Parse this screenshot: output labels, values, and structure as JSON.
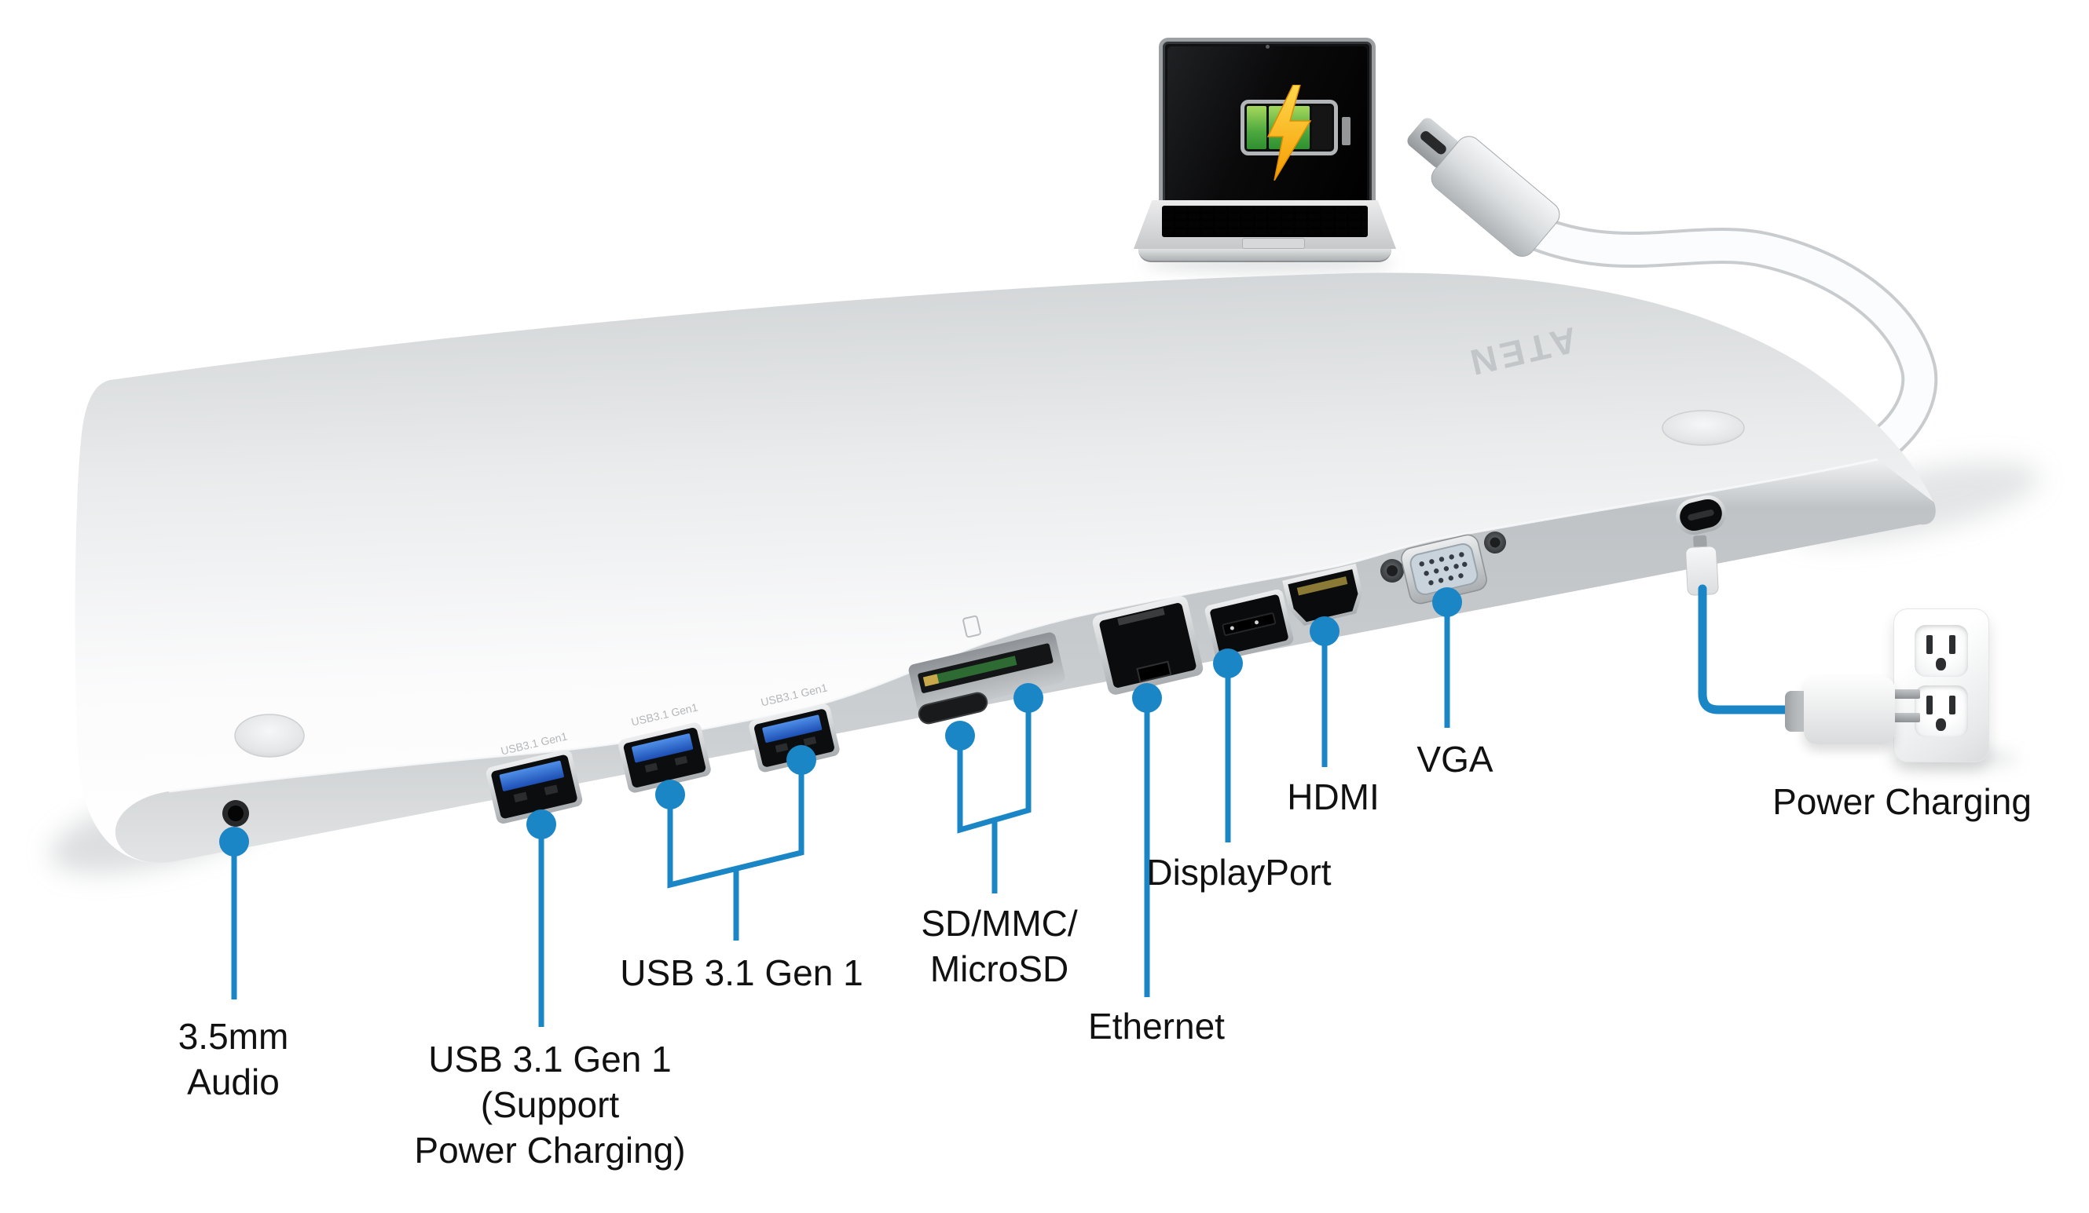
{
  "diagram": {
    "type": "product-callout-diagram",
    "background": "#ffffff",
    "accent_color": "#1b86c6",
    "device": {
      "brand": "ATEN",
      "engraved_port_text": "USB3.1 Gen1"
    },
    "labels": {
      "audio_line1": "3.5mm",
      "audio_line2": "Audio",
      "usb_pd_line1": "USB 3.1 Gen 1",
      "usb_pd_line2": "(Support",
      "usb_pd_line3": "Power Charging)",
      "usb_pair": "USB 3.1 Gen 1",
      "card_line1": "SD/MMC/",
      "card_line2": "MicroSD",
      "ethernet": "Ethernet",
      "displayport": "DisplayPort",
      "hdmi": "HDMI",
      "vga": "VGA",
      "power": "Power Charging"
    },
    "ports": [
      "3.5mm-audio-jack",
      "usb-a-3.1-gen1-power-charging",
      "usb-a-3.1-gen1",
      "usb-a-3.1-gen1",
      "sd-mmc-card-slot",
      "microsd-card-slot",
      "rj45-ethernet-port",
      "displayport-port",
      "hdmi-port",
      "vga-port",
      "usb-c-power-port"
    ],
    "illustrations": {
      "laptop_with_charging_battery": {
        "battery_green": "#4ca83e",
        "bolt_yellow": "#f9b233",
        "screen_color": "#0a0a0b"
      },
      "usb_c_cable_connector": "usb-c-connector-icon",
      "wall_outlet_with_adapter": "power-outlet-icon"
    }
  }
}
